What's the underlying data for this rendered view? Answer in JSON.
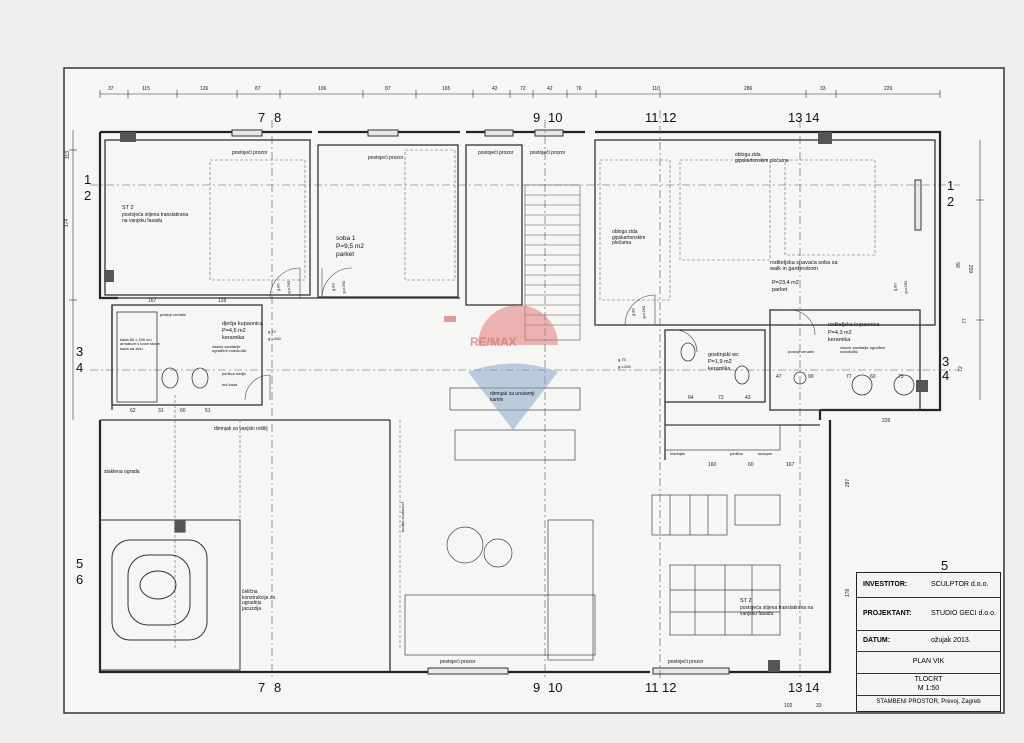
{
  "rooms": {
    "room1": {
      "name": "soba 1",
      "area": "P=9,5 m2",
      "floor": "parket"
    },
    "parent_bedroom": {
      "name": "roditeljska spavaća soba sa walk in garderobom",
      "area": "P=23,4 m2",
      "floor": "parket"
    },
    "parent_bath": {
      "name": "roditeljska kupaonica",
      "area": "P=4,3 m2",
      "floor": "keramika"
    },
    "child_bath": {
      "name": "dječja kupaonica",
      "area": "P=4,6 m2",
      "floor": "keramika"
    },
    "guest_wc": {
      "name": "gostinjski wc",
      "area": "P=1,9 m2",
      "floor": "keramika"
    }
  },
  "labels": {
    "postojeci_prozor": "postojeći prozor",
    "st2": "ST 2",
    "st2_text": "postojeća stijena translatirana na vanjsku fasadu",
    "obloga1": "obloga zida gipskartonskim pločama",
    "obloga2": "obloga zida gipskartonskim pločama",
    "dimnjak_vanjski": "dimnjak za vanjski roštilj",
    "dimnjak_unutarnji": "dimnjak za unutarnji kamin",
    "staklena_ograda": "staklena ograda",
    "jacuzzi": "čelična konstrukcija za ugradnju jacuzzija",
    "kada": "kada 80 x 150 cm armature s boce stone kada na zidu",
    "kupaonica_shower": "postoji ormarić",
    "visece_sanitarije": "viseće sanitarije ugrađeni vodokotlić",
    "perilica": "perilica rublja",
    "tus": "tuš kada",
    "postoji_ormaric": "postoji ormarić",
    "sudoper": "sudoper",
    "hladnjak": "hladnjak",
    "perilica_posuda": "perilica",
    "stupic": "stupić",
    "postojeca_stijena": "postojeća stijena"
  },
  "heights": {
    "a": "g.86",
    "b": "g.v.260",
    "c": "g.83",
    "d": "g.v.260",
    "e": "g.74",
    "f": "g.v.260",
    "g": "g.75",
    "h": "g.v.260",
    "i": "g.80",
    "j": "g.v.260",
    "k": "g.80",
    "l": "g.v.260"
  },
  "dimensions_top": [
    "37",
    "115",
    "126",
    "87",
    "106",
    "87",
    "165",
    "42",
    "72",
    "42",
    "76",
    "110",
    "286",
    "33",
    "229"
  ],
  "dimensions_misc": [
    "167",
    "128",
    "62",
    "31",
    "60",
    "51",
    "64",
    "73",
    "43",
    "47",
    "90",
    "77",
    "60",
    "73",
    "226",
    "160",
    "60",
    "167",
    "102",
    "33",
    "174",
    "113",
    "602",
    "77",
    "72",
    "178",
    "287",
    "85"
  ],
  "section_marks": {
    "s1": "1",
    "s2": "2",
    "s3": "3",
    "s4": "4",
    "s5": "5",
    "s6": "6",
    "s7": "7",
    "s8": "8",
    "s9": "9",
    "s10": "10",
    "s11": "11",
    "s12": "12",
    "s13": "13",
    "s14": "14"
  },
  "corner_number": "5",
  "watermark": "RE/MAX",
  "title_block": {
    "investitor_key": "INVESTITOR:",
    "investitor_val": "SCULPTOR d.o.o.",
    "projektant_key": "PROJEKTANT:",
    "projektant_val": "STUDIO GECI d.o.o.",
    "datum_key": "DATUM:",
    "datum_val": "ožujak 2013.",
    "plan": "PLAN VIK",
    "tlocrt": "TLOCRT",
    "mjerilo": "M 1:50",
    "stambeni": "STAMBENI PROSTOR, Prevoj, Zagreb"
  }
}
